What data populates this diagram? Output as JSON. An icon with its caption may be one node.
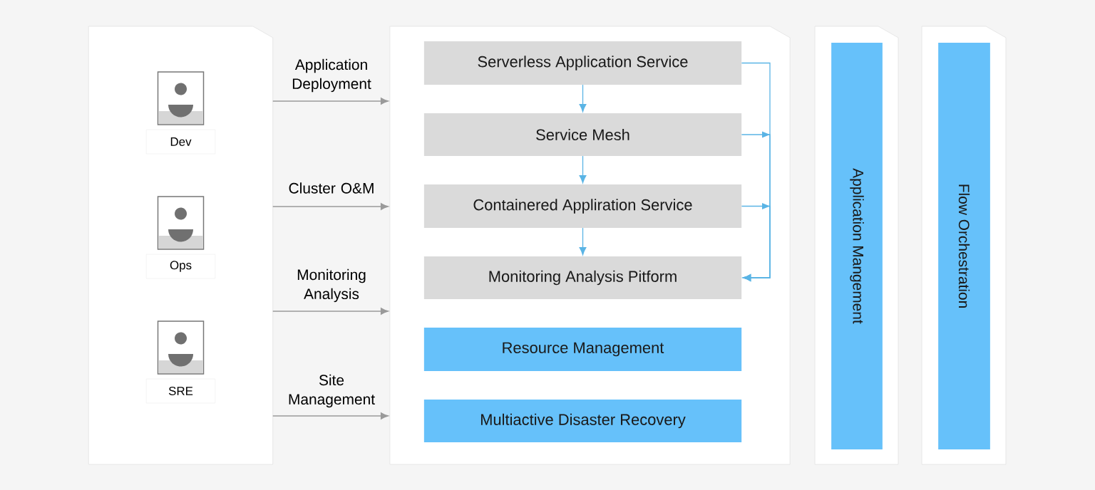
{
  "diagram": {
    "nodes": [
      {
        "text": [],
        "shape": "box"
      },
      {
        "text": [
          "Dev"
        ],
        "in": 0
      },
      {
        "text": [
          "Ops"
        ],
        "in": 0
      },
      {
        "text": [
          "SRE"
        ],
        "in": 0
      },
      {
        "text": [],
        "shape": "box"
      },
      {
        "text": [
          "Serverless Application Service"
        ],
        "in": 4
      },
      {
        "text": [
          "Service Mesh"
        ],
        "in": 4
      },
      {
        "text": [
          "Containered Appliration Service"
        ],
        "in": 4
      },
      {
        "text": [
          "Monitoring Analysis Pitform"
        ],
        "in": 4
      },
      {
        "text": [
          "Resource Management"
        ],
        "in": 4
      },
      {
        "text": [
          "Multiactive Disaster Recovery"
        ],
        "in": 4
      },
      {
        "text": [],
        "shape": "box"
      },
      {
        "text": [
          "Application Mangement"
        ],
        "in": 11
      },
      {
        "text": [],
        "shape": "box"
      },
      {
        "text": [
          "Flow Orchestration"
        ],
        "in": 13
      }
    ],
    "edges": [
      {
        "from": 0,
        "to": 4,
        "arrow": "to",
        "label": "Application Deployment",
        "color": "#9a9a9a"
      },
      {
        "from": 0,
        "to": 4,
        "arrow": "to",
        "label": "Cluster O&M",
        "color": "#9a9a9a"
      },
      {
        "from": 0,
        "to": 4,
        "arrow": "to",
        "label": "Monitoring Analysis",
        "color": "#9a9a9a"
      },
      {
        "from": 0,
        "to": 4,
        "arrow": "to",
        "label": "Site Management",
        "color": "#9a9a9a"
      },
      {
        "from": 5,
        "to": 6,
        "arrow": "to"
      },
      {
        "from": 6,
        "to": 7,
        "arrow": "to"
      },
      {
        "from": 7,
        "to": 8,
        "arrow": "to"
      },
      {
        "from": 5,
        "to": 8,
        "arrow": "to"
      },
      {
        "from": 6,
        "to": 8,
        "arrow": "to"
      },
      {
        "from": 7,
        "to": 8,
        "arrow": "to"
      }
    ]
  }
}
